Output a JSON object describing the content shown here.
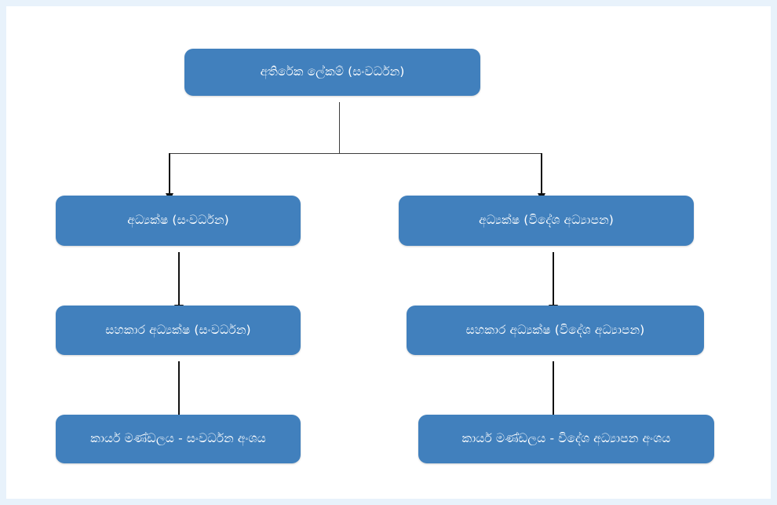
{
  "page": {
    "title": "Organization Chart",
    "background_color": "#e8f2fb",
    "canvas_color": "#ffffff",
    "node_fill_color": "#4180bd",
    "node_text_color": "#ffffff",
    "connector_color": "#111111"
  },
  "chart_data": {
    "type": "diagram",
    "diagram_type": "organization-chart",
    "orientation": "top-down",
    "levels": 4,
    "nodes": [
      {
        "id": "root",
        "label": "අතිරේක ලේකම් (සංවර්ධන)",
        "level": 1,
        "branch": "root"
      },
      {
        "id": "dir-dev",
        "label": "අධ්‍යක්ෂ (සංවර්ධන)",
        "level": 2,
        "branch": "left"
      },
      {
        "id": "dir-foreign",
        "label": "අධ්‍යක්ෂ (විදේශ අධ්‍යාපන)",
        "level": 2,
        "branch": "right"
      },
      {
        "id": "asst-dev",
        "label": "සහකාර අධ්‍යක්ෂ (සංවර්ධන)",
        "level": 3,
        "branch": "left"
      },
      {
        "id": "asst-foreign",
        "label": "සහකාර අධ්‍යක්ෂ (විදේශ අධ්‍යාපන)",
        "level": 3,
        "branch": "right"
      },
      {
        "id": "staff-dev",
        "label": "කාර්ය මණ්ඩලය - සංවර්ධන අංශය",
        "level": 4,
        "branch": "left"
      },
      {
        "id": "staff-foreign",
        "label": "කාර්ය මණ්ඩලය - විදේශ අධ්‍යාපන අංශය",
        "level": 4,
        "branch": "right"
      }
    ],
    "edges": [
      {
        "from": "root",
        "to": "dir-dev",
        "style": "elbow-arrow"
      },
      {
        "from": "root",
        "to": "dir-foreign",
        "style": "elbow-arrow"
      },
      {
        "from": "dir-dev",
        "to": "asst-dev",
        "style": "straight-arrow"
      },
      {
        "from": "dir-foreign",
        "to": "asst-foreign",
        "style": "straight-arrow"
      },
      {
        "from": "asst-dev",
        "to": "staff-dev",
        "style": "straight-arrow"
      },
      {
        "from": "asst-foreign",
        "to": "staff-foreign",
        "style": "straight-arrow"
      }
    ]
  }
}
